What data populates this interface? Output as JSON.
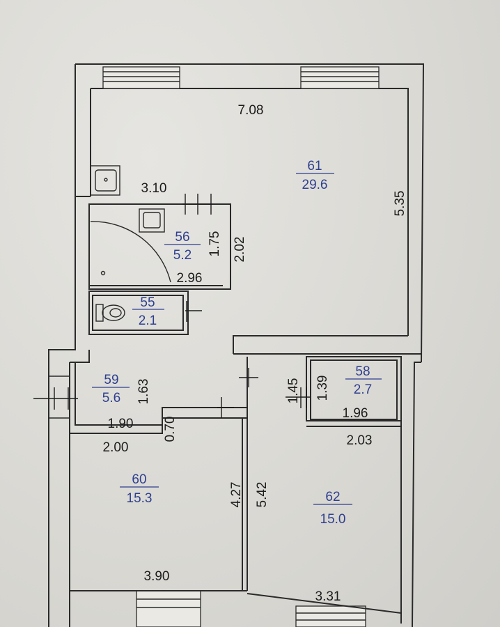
{
  "rooms": [
    {
      "id": "61",
      "area": "29.6"
    },
    {
      "id": "56",
      "area": "5.2"
    },
    {
      "id": "55",
      "area": "2.1"
    },
    {
      "id": "59",
      "area": "5.6"
    },
    {
      "id": "58",
      "area": "2.7"
    },
    {
      "id": "60",
      "area": "15.3"
    },
    {
      "id": "62",
      "area": "15.0"
    }
  ],
  "dimensions": {
    "d708": "7.08",
    "d535": "5.35",
    "d310": "3.10",
    "d175": "1.75",
    "d202": "2.02",
    "d296": "2.96",
    "d163": "1.63",
    "d190": "1.90",
    "d200": "2.00",
    "d070": "0.70",
    "d145": "1.45",
    "d139": "1.39",
    "d196": "1.96",
    "d203": "2.03",
    "d427": "4.27",
    "d542": "5.42",
    "d390": "3.90",
    "d331": "3.31"
  }
}
